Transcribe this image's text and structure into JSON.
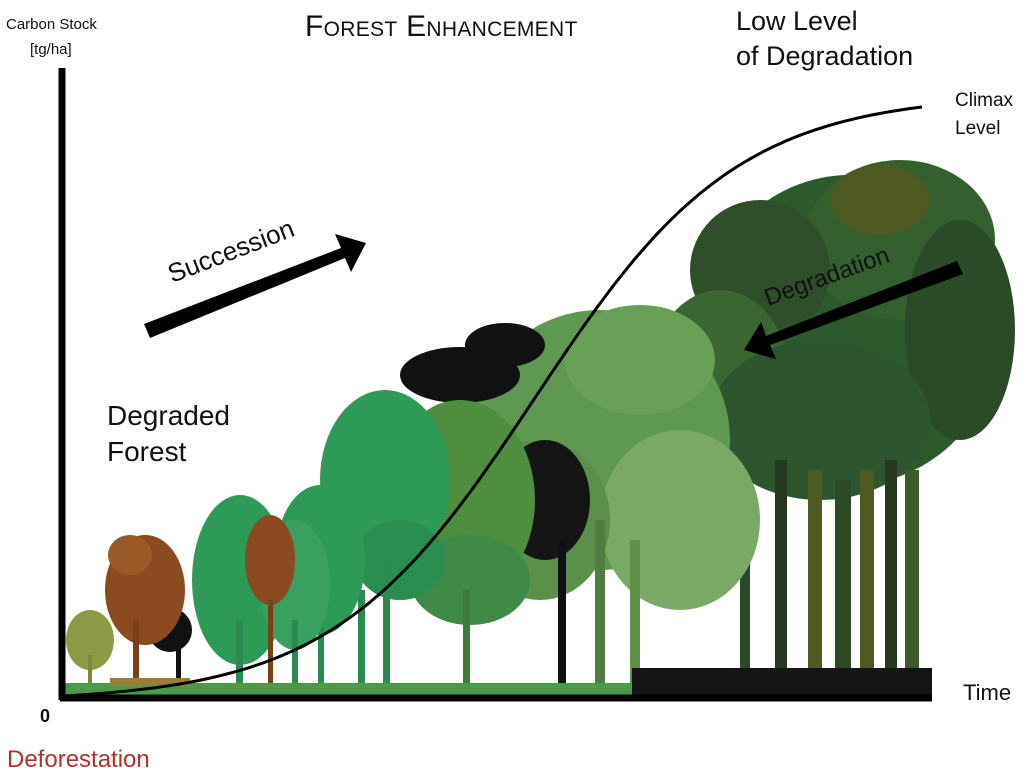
{
  "title": "Forest Enhancement",
  "y_axis": {
    "label_line1": "Carbon Stock",
    "label_line2": "[tg/ha]",
    "origin_label": "0"
  },
  "x_axis": {
    "label": "Time"
  },
  "annotations": {
    "low_degradation_line1": "Low Level",
    "low_degradation_line2": "of Degradation",
    "climax_line1": "Climax",
    "climax_line2": "Level",
    "degraded_line1": "Degraded",
    "degraded_line2": "Forest",
    "succession": "Succession",
    "degradation": "Degradation",
    "deforestation": "Deforestation"
  },
  "colors": {
    "deforestation_text": "#b5312a",
    "axis": "#000000",
    "arrow": "#000000",
    "tree_olive": "#8a9a45",
    "tree_brown": "#8b4a1f",
    "tree_bright_green": "#2e9a58",
    "tree_mid_green": "#4f8e3e",
    "tree_pale_green": "#5f9850",
    "tree_dark_green": "#2c5a2c",
    "tree_olive_dark": "#4e5a22",
    "tree_black": "#111111"
  },
  "chart_data": {
    "type": "line",
    "series": [
      {
        "curve": "sigmoid",
        "x_range": [
          0,
          1
        ],
        "y_range": [
          0,
          1
        ]
      }
    ]
  }
}
